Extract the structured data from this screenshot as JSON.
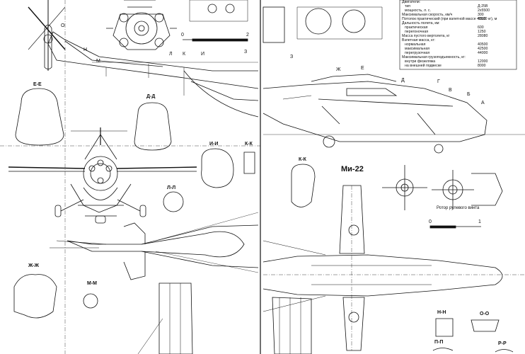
{
  "title": "Ми-22",
  "tail_rotor_note": "Ротор рулевого винта",
  "scales": [
    {
      "id": "scale-top",
      "start": "0",
      "end": "2"
    },
    {
      "id": "scale-right",
      "start": "0",
      "end": "1"
    }
  ],
  "section_labels": {
    "ee": "Е-Е",
    "dd": "Д-Д",
    "ii": "И-И",
    "kk1": "К-К",
    "kk2": "К-К",
    "ll": "Л-Л",
    "zhzh": "Ж-Ж",
    "mm": "М-М",
    "nn": "Н-Н",
    "oo": "О-О",
    "pp": "П-П",
    "rr": "Р-Р"
  },
  "callouts_top": [
    "О",
    "Н",
    "М",
    "Л",
    "К",
    "И",
    "З"
  ],
  "callouts_right": [
    "З",
    "Ж",
    "Е",
    "Д",
    "Г",
    "В",
    "Б",
    "А"
  ],
  "specs": [
    {
      "label": "Двигатели:",
      "value": ""
    },
    {
      "label": "тип",
      "value": "Д-25В"
    },
    {
      "label": "мощность, л. с.",
      "value": "2х5500"
    },
    {
      "label": "Максимальная скорость, км/ч",
      "value": "300"
    },
    {
      "label": "Потолок практический (при взлетной массе 40500 кг), м",
      "value": "4500"
    },
    {
      "label": "Дальность полета, км:",
      "value": ""
    },
    {
      "label": "практическая",
      "value": "600"
    },
    {
      "label": "перегоночная",
      "value": "1250"
    },
    {
      "label": "Масса пустого вертолета, кг",
      "value": "28080"
    },
    {
      "label": "Взлетная масса, кг:",
      "value": ""
    },
    {
      "label": "нормальная",
      "value": "40500"
    },
    {
      "label": "максимальная",
      "value": "42500"
    },
    {
      "label": "перегрузочная",
      "value": "44000"
    },
    {
      "label": "Максимальная грузоподъемность, кг:",
      "value": ""
    },
    {
      "label": "внутри фюзеляжа",
      "value": "12000"
    },
    {
      "label": "на внешней подвеске",
      "value": "8000"
    }
  ]
}
